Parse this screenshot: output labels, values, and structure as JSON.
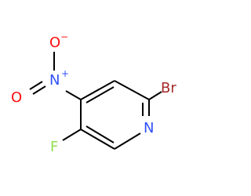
{
  "molecule": {
    "atoms": {
      "O_top": {
        "label": "O",
        "color": "#ff0d0d"
      },
      "O_minus": {
        "label": "−",
        "color": "#ff0d0d"
      },
      "N_nitro": {
        "label": "N",
        "color": "#3050f8"
      },
      "N_plus": {
        "label": "+",
        "color": "#3050f8"
      },
      "O_left": {
        "label": "O",
        "color": "#ff0d0d"
      },
      "Br": {
        "label": "Br",
        "color": "#a62929"
      },
      "N_ring": {
        "label": "N",
        "color": "#3050f8"
      },
      "F": {
        "label": "F",
        "color": "#90e050"
      }
    },
    "bond_color": "#000000"
  }
}
